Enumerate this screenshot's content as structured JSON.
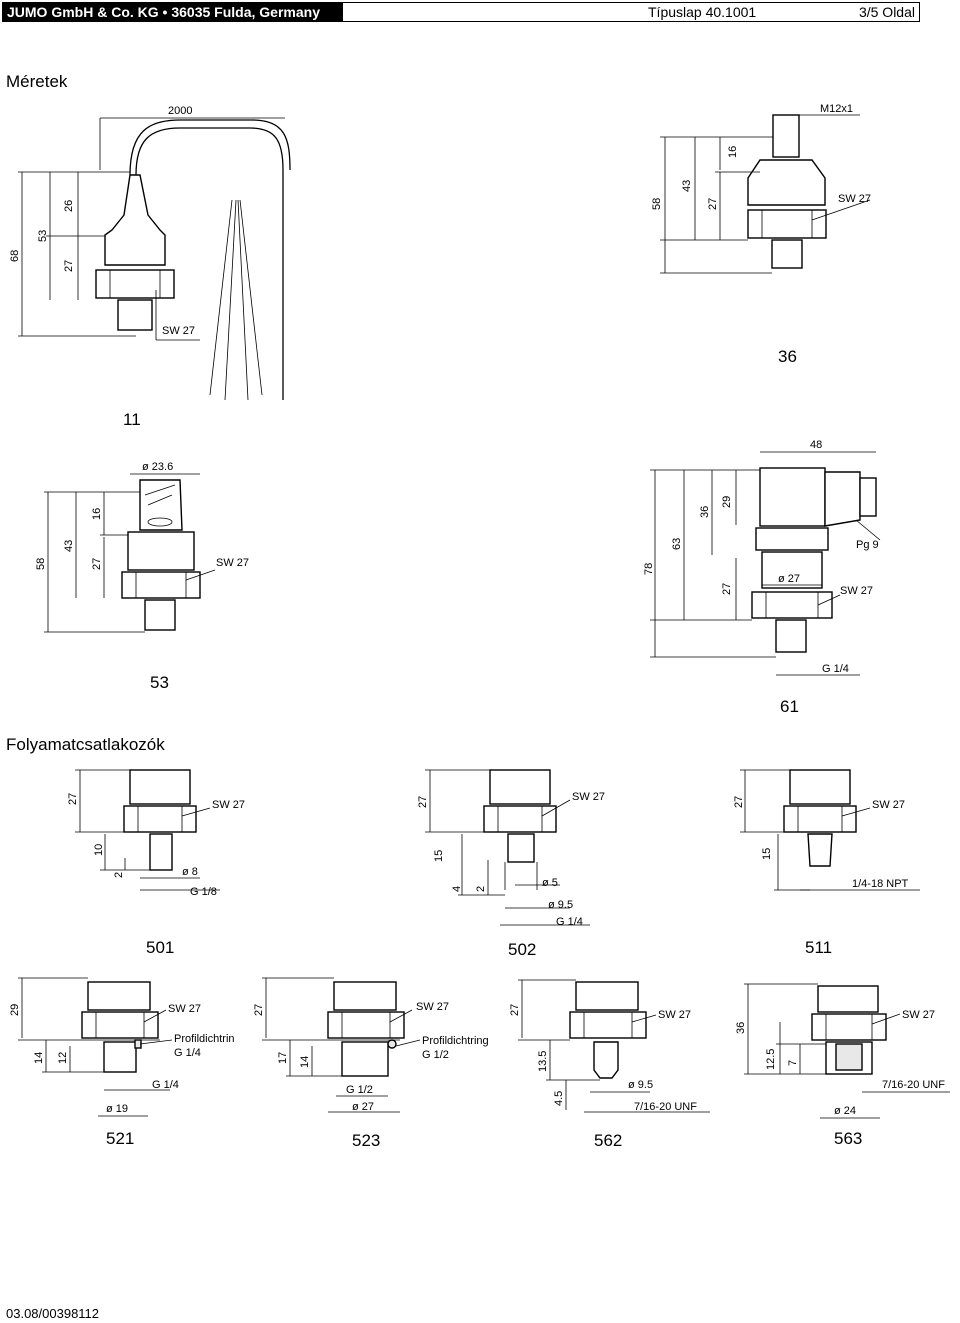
{
  "header": {
    "company": "JUMO GmbH & Co. KG • 36035 Fulda, Germany",
    "datasheet": "Típuslap 40.1001",
    "page": "3/5 Oldal"
  },
  "sections": {
    "dimensions_title": "Méretek",
    "process_title": "Folyamatcsatlakozók"
  },
  "footer": {
    "doc_id": "03.08/00398112"
  },
  "drawings": {
    "d11": {
      "label": "11",
      "dims": [
        "2000",
        "68",
        "53",
        "26",
        "27",
        "SW 27"
      ]
    },
    "d36": {
      "label": "36",
      "dims": [
        "M12x1",
        "58",
        "43",
        "16",
        "27",
        "SW 27"
      ]
    },
    "d53": {
      "label": "53",
      "dims": [
        "ø 23.6",
        "58",
        "43",
        "16",
        "27",
        "SW 27"
      ]
    },
    "d61": {
      "label": "61",
      "dims": [
        "48",
        "78",
        "63",
        "36",
        "29",
        "27",
        "Pg 9",
        "ø 27",
        "SW 27",
        "G 1/4"
      ]
    },
    "d501": {
      "label": "501",
      "dims": [
        "27",
        "SW 27",
        "10",
        "2",
        "ø 8",
        "G 1/8"
      ]
    },
    "d502": {
      "label": "502",
      "dims": [
        "27",
        "SW 27",
        "15",
        "4",
        "2",
        "ø 5",
        "ø 9.5",
        "G 1/4"
      ]
    },
    "d511": {
      "label": "511",
      "dims": [
        "27",
        "SW 27",
        "15",
        "1/4-18 NPT"
      ]
    },
    "d521": {
      "label": "521",
      "dims": [
        "29",
        "SW 27",
        "Profildichtrin",
        "G 1/4",
        "14",
        "12",
        "G 1/4",
        "ø 19"
      ]
    },
    "d523": {
      "label": "523",
      "dims": [
        "27",
        "SW 27",
        "Profildichtring",
        "G 1/2",
        "17",
        "14",
        "G 1/2",
        "ø 27"
      ]
    },
    "d562": {
      "label": "562",
      "dims": [
        "27",
        "SW 27",
        "13.5",
        "4.5",
        "ø 9.5",
        "7/16-20 UNF"
      ]
    },
    "d563": {
      "label": "563",
      "dims": [
        "36",
        "SW 27",
        "12.5",
        "7",
        "7/16-20 UNF",
        "ø 24"
      ]
    }
  }
}
